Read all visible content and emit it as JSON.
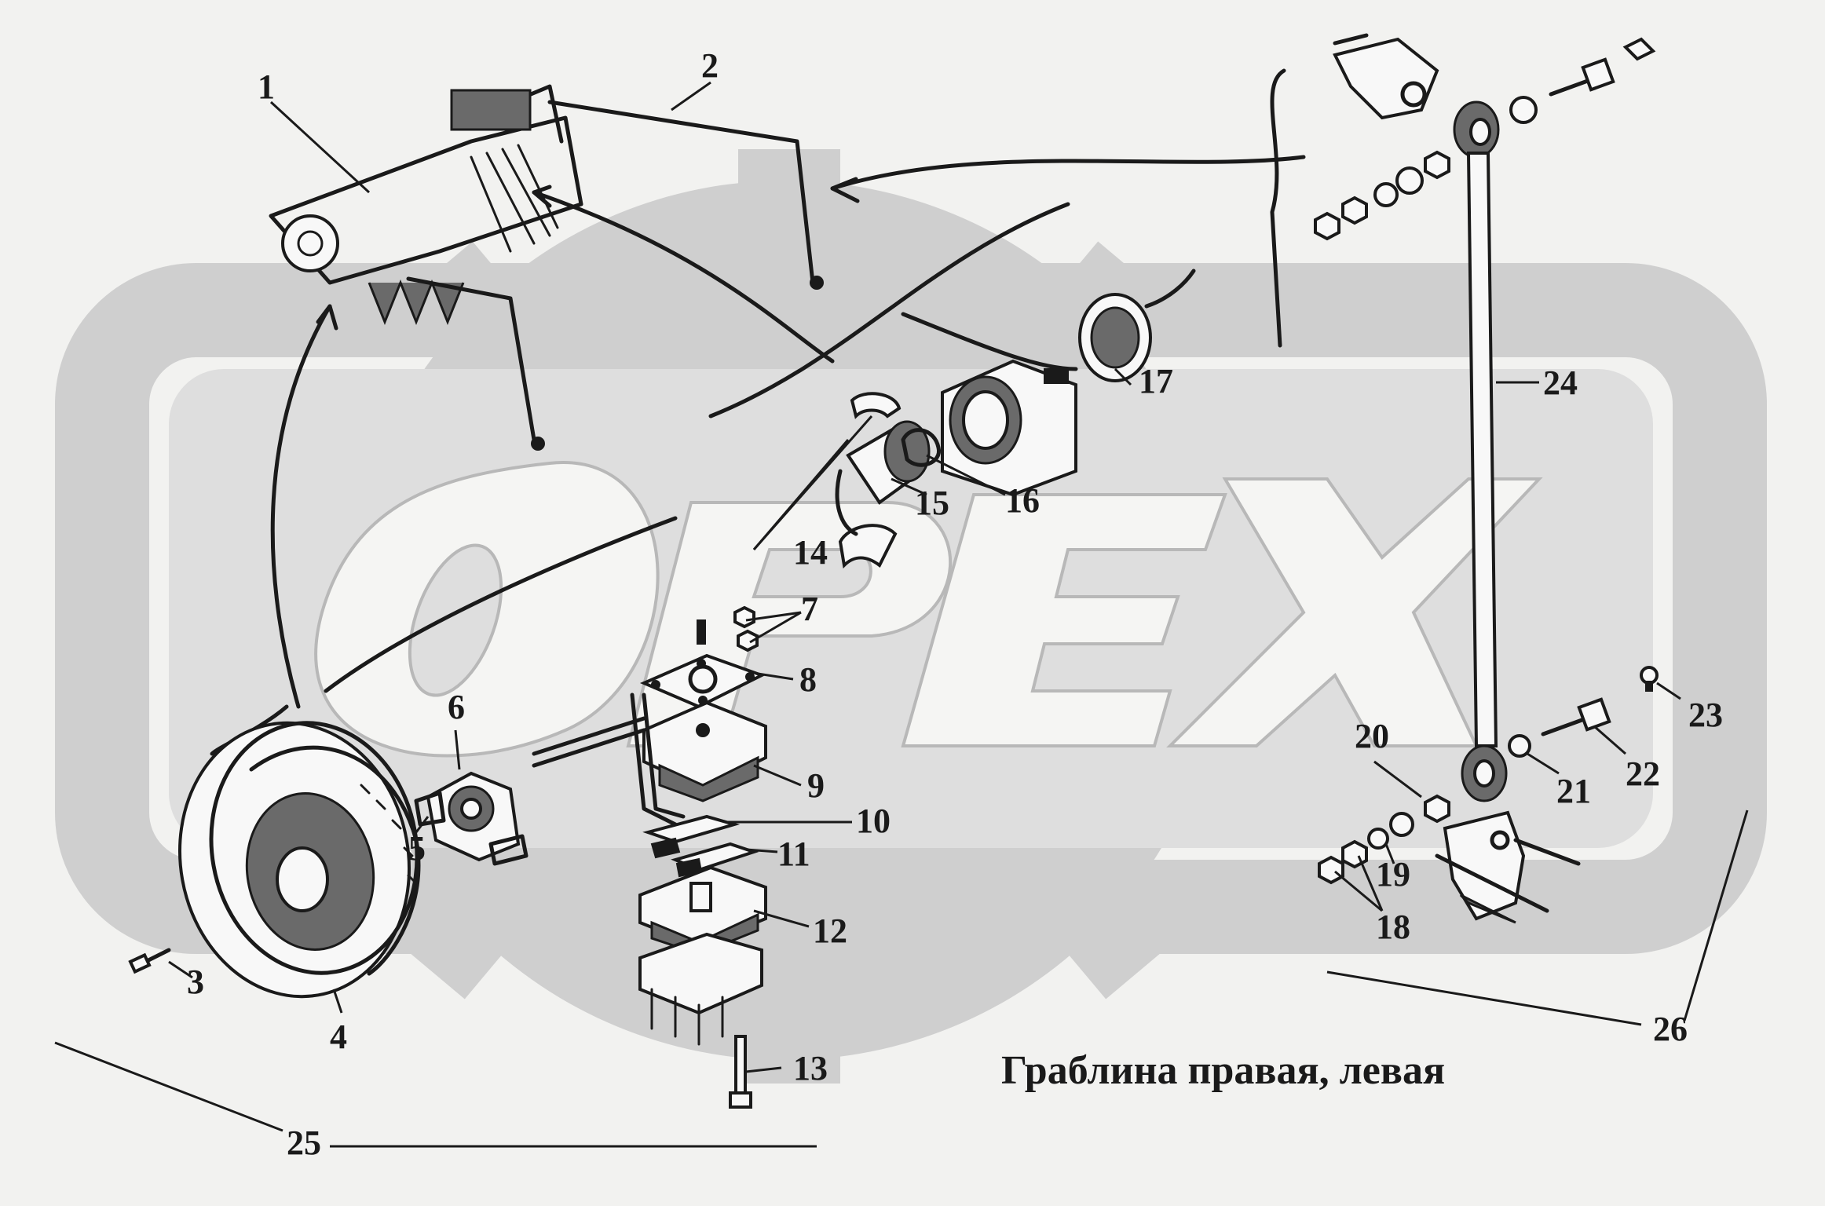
{
  "title": "Граблина правая, левая",
  "watermark": {
    "text": "OPEX",
    "color": "#cfcfcf"
  },
  "callouts": [
    {
      "id": "1",
      "label": "1"
    },
    {
      "id": "2",
      "label": "2"
    },
    {
      "id": "3",
      "label": "3"
    },
    {
      "id": "4",
      "label": "4"
    },
    {
      "id": "5",
      "label": "5"
    },
    {
      "id": "6",
      "label": "6"
    },
    {
      "id": "7",
      "label": "7"
    },
    {
      "id": "8",
      "label": "8"
    },
    {
      "id": "9",
      "label": "9"
    },
    {
      "id": "10",
      "label": "10"
    },
    {
      "id": "11",
      "label": "11"
    },
    {
      "id": "12",
      "label": "12"
    },
    {
      "id": "13",
      "label": "13"
    },
    {
      "id": "14",
      "label": "14"
    },
    {
      "id": "15",
      "label": "15"
    },
    {
      "id": "16",
      "label": "16"
    },
    {
      "id": "17",
      "label": "17"
    },
    {
      "id": "18",
      "label": "18"
    },
    {
      "id": "19",
      "label": "19"
    },
    {
      "id": "20",
      "label": "20"
    },
    {
      "id": "21",
      "label": "21"
    },
    {
      "id": "22",
      "label": "22"
    },
    {
      "id": "23",
      "label": "23"
    },
    {
      "id": "24",
      "label": "24"
    },
    {
      "id": "25",
      "label": "25"
    },
    {
      "id": "26",
      "label": "26"
    }
  ]
}
